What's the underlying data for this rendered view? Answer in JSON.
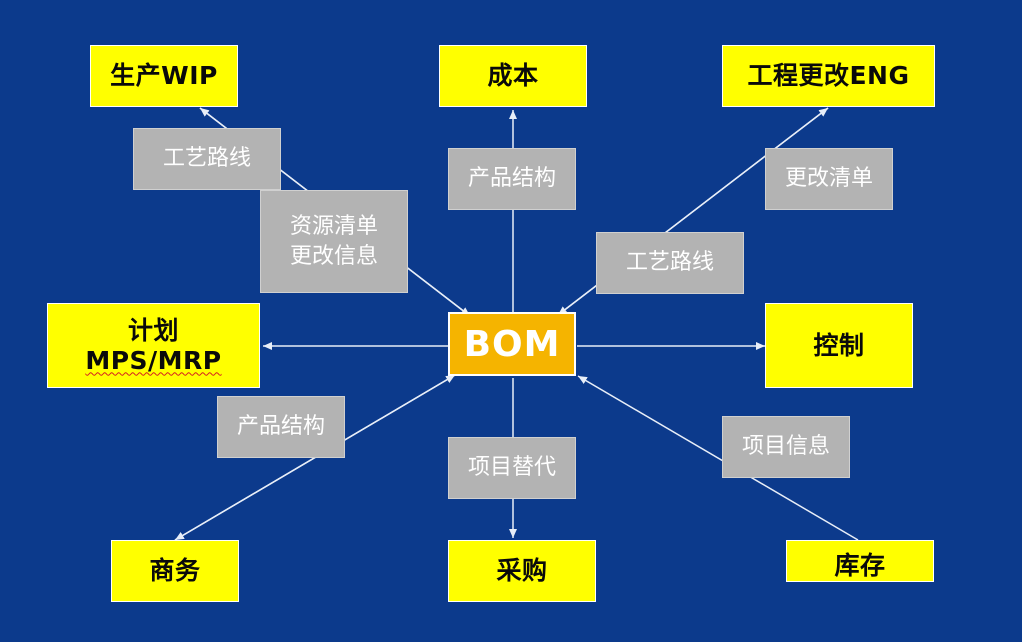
{
  "center": "BOM",
  "nodes": {
    "production": "生产WIP",
    "cost": "成本",
    "engineering": "工程更改ENG",
    "plan_line1": "计划",
    "plan_line2": "MPS/MRP",
    "control": "控制",
    "commerce": "商务",
    "purchasing": "采购",
    "inventory": "库存"
  },
  "edge_labels": {
    "routing_left": "工艺路线",
    "resource_line1": "资源清单",
    "resource_line2": "更改信息",
    "product_structure_top": "产品结构",
    "change_list": "更改清单",
    "routing_right": "工艺路线",
    "product_structure_left": "产品结构",
    "item_substitute": "项目替代",
    "item_info": "项目信息"
  },
  "colors": {
    "background": "#0c3a8c",
    "node": "#ffff00",
    "center": "#f5b400",
    "edge_label": "#b3b3b3",
    "arrow": "#e8eef8"
  }
}
